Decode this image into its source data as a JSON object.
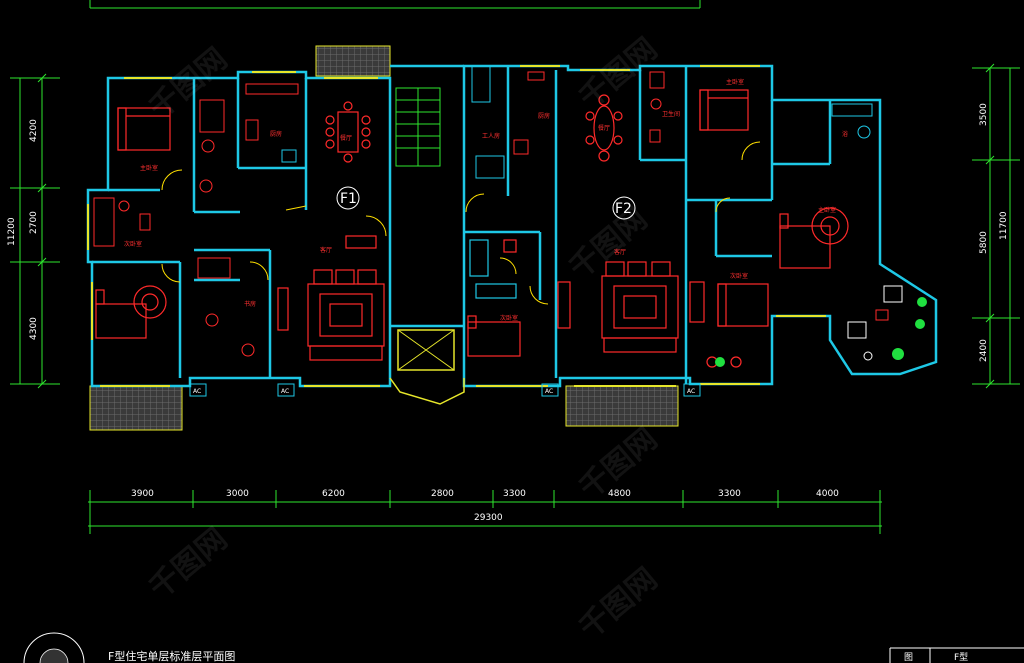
{
  "drawing": {
    "title": "F型住宅单层标准层平面图",
    "units": {
      "f1": "F1",
      "f2": "F2"
    },
    "colors": {
      "background": "#000000",
      "wall": "#1ec8e6",
      "furniture": "#ff2a2a",
      "window": "#e6e62a",
      "dimension": "#2ee62e",
      "text": "#ffffff",
      "door": "#ffe000",
      "plant": "#20e040"
    }
  },
  "dimensions": {
    "bottom": [
      "3900",
      "3000",
      "6200",
      "2800",
      "3300",
      "4800",
      "3300",
      "4000"
    ],
    "bottom_total": "29300",
    "left": [
      "4200",
      "2700",
      "4300"
    ],
    "left_total": "11200",
    "right": [
      "3500",
      "5800",
      "2400"
    ],
    "right_total": "11700"
  },
  "room_labels": {
    "bedroom_1": "主卧室",
    "kitchen_1": "厨房",
    "dining_1": "餐厅",
    "bedroom_2": "次卧室",
    "living_1": "客厅",
    "study_1": "书房",
    "storage_1": "工人房",
    "kitchen_2": "厨房",
    "dining_2": "餐厅",
    "bath_2": "卫生间",
    "bedroom_3": "主卧室",
    "bath_3": "浴",
    "bedroom_4": "次卧室",
    "living_2": "客厅",
    "bedroom_5": "次卧室",
    "bedroom_6": "主卧室",
    "ac_1": "AC",
    "ac_2": "AC",
    "ac_3": "AC",
    "ac_4": "AC"
  },
  "title_block": {
    "left_cell": "图",
    "right_cell": "F型"
  },
  "watermark": "千图网"
}
